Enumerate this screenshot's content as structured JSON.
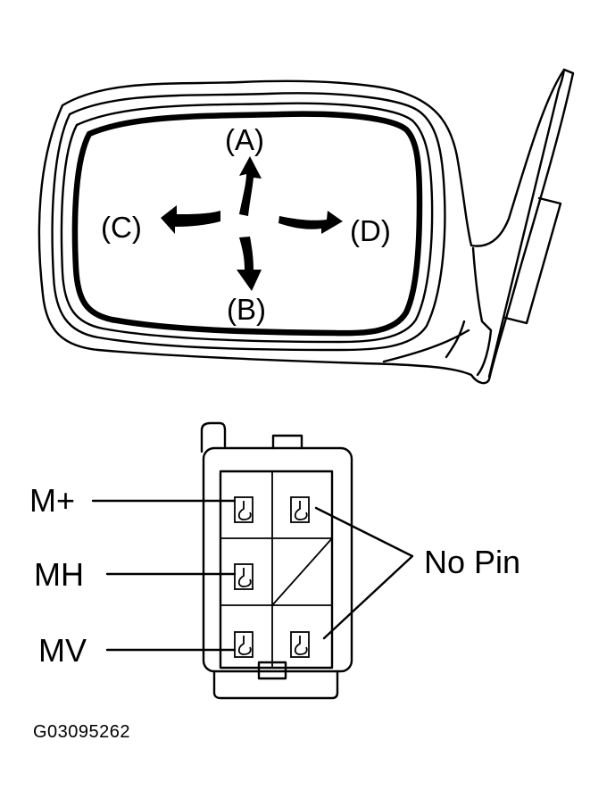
{
  "figure_code": "G03095262",
  "mirror": {
    "directions": [
      {
        "key": "A",
        "label": "(A)",
        "meaning": "up"
      },
      {
        "key": "B",
        "label": "(B)",
        "meaning": "down"
      },
      {
        "key": "C",
        "label": "(C)",
        "meaning": "left"
      },
      {
        "key": "D",
        "label": "(D)",
        "meaning": "right"
      }
    ]
  },
  "connector": {
    "terminals": [
      {
        "label": "M+"
      },
      {
        "label": "MH"
      },
      {
        "label": "MV"
      }
    ],
    "no_pin_label": "No Pin"
  },
  "colors": {
    "line": "#000000",
    "background": "#ffffff"
  }
}
